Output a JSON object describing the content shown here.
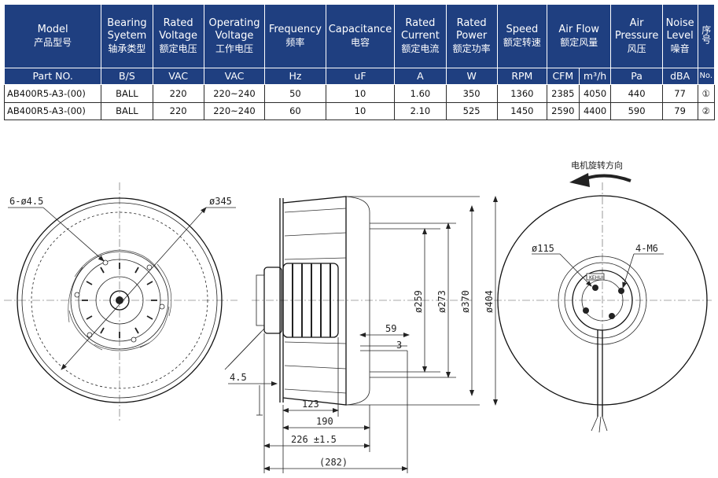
{
  "table": {
    "headers": [
      {
        "en": "Model",
        "cn": "产品型号",
        "unit": "Part NO."
      },
      {
        "en": "Bearing Syetem",
        "cn": "轴承类型",
        "unit": "B/S"
      },
      {
        "en": "Rated Voltage",
        "cn": "额定电压",
        "unit": "VAC"
      },
      {
        "en": "Operating Voltage",
        "cn": "工作电压",
        "unit": "VAC"
      },
      {
        "en": "Frequency",
        "cn": "频率",
        "unit": "Hz"
      },
      {
        "en": "Capacitance",
        "cn": "电容",
        "unit": "uF"
      },
      {
        "en": "Rated Current",
        "cn": "额定电流",
        "unit": "A"
      },
      {
        "en": "Rated Power",
        "cn": "额定功率",
        "unit": "W"
      },
      {
        "en": "Speed",
        "cn": "额定转速",
        "unit": "RPM"
      },
      {
        "en": "Air Flow",
        "cn": "额定风量",
        "unit_a": "CFM",
        "unit_b": "m³/h"
      },
      {
        "en": "Air Pressure",
        "cn": "风压",
        "unit": "Pa"
      },
      {
        "en": "Noise Level",
        "cn": "噪音",
        "unit": "dBA"
      },
      {
        "en": "",
        "cn": "序号",
        "unit": "No."
      }
    ],
    "rows": [
      [
        "AB400R5-A3-(00)",
        "BALL",
        "220",
        "220~240",
        "50",
        "10",
        "1.60",
        "350",
        "1360",
        "2385",
        "4050",
        "440",
        "77",
        "①"
      ],
      [
        "AB400R5-A3-(00)",
        "BALL",
        "220",
        "220~240",
        "60",
        "10",
        "2.10",
        "525",
        "1450",
        "2590",
        "4400",
        "590",
        "79",
        "②"
      ]
    ]
  },
  "drawing": {
    "rotation_label": "电机旋转方向",
    "label_brand": "KEHUI",
    "dims": {
      "holes": "6-ø4.5",
      "outer_dia": "ø345",
      "d259": "ø259",
      "d273": "ø273",
      "d370": "ø370",
      "d404": "ø404",
      "d59": "59",
      "d3": "3",
      "d4_5": "4.5",
      "d123": "123",
      "d190": "190",
      "d226": "226 ±1.5",
      "d282": "(282)",
      "d115": "ø115",
      "m6": "4-M6"
    },
    "colors": {
      "header_bg": "#1f3f80",
      "header_text": "#ffffff",
      "line": "#222222"
    }
  }
}
